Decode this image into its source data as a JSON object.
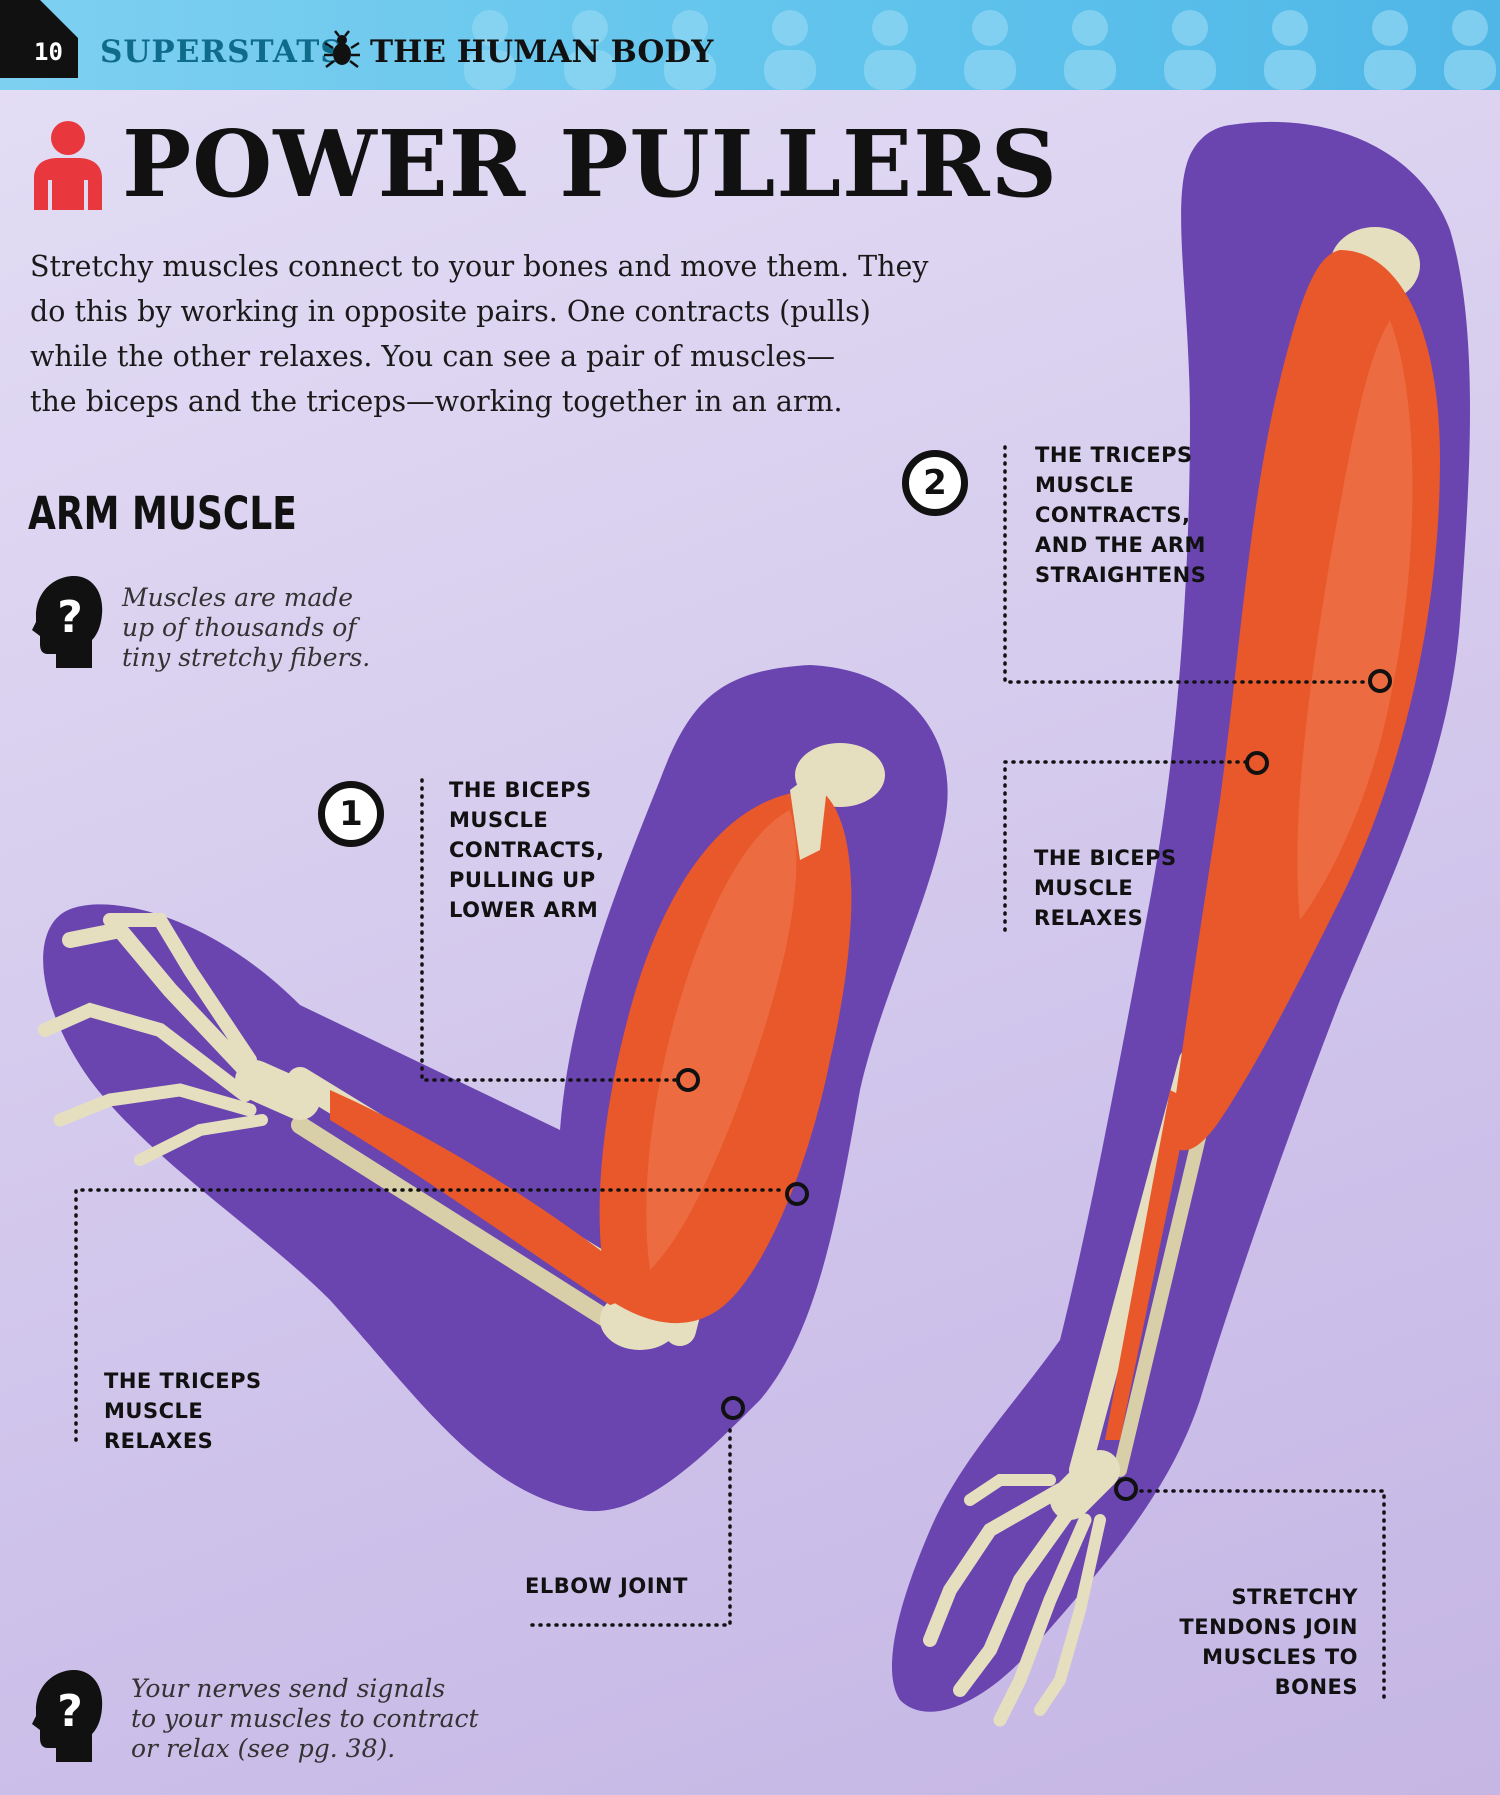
{
  "header": {
    "page_number": "10",
    "series": "SUPERSTATS",
    "section": "THE HUMAN BODY"
  },
  "title": "POWER PULLERS",
  "intro_lines": [
    "Stretchy muscles connect to your bones and move them. They",
    "do this by working in opposite pairs. One contracts (pulls)",
    "while the other relaxes. You can see a pair of muscles—",
    "the biceps and the triceps—working together in an arm."
  ],
  "subheading": "ARM MUSCLE",
  "facts": [
    {
      "lines": [
        "Muscles are made",
        "up of thousands of",
        "tiny stretchy fibers."
      ]
    },
    {
      "lines": [
        "Your nerves send signals",
        "to your muscles to contract",
        "or relax (see pg. 38)."
      ]
    }
  ],
  "steps": [
    {
      "number": "1",
      "label_lines": [
        "THE BICEPS",
        "MUSCLE",
        "CONTRACTS,",
        "PULLING UP",
        "LOWER ARM"
      ]
    },
    {
      "number": "2",
      "label_lines": [
        "THE TRICEPS",
        "MUSCLE",
        "CONTRACTS,",
        "AND THE ARM",
        "STRAIGHTENS"
      ]
    }
  ],
  "labels": {
    "triceps_relaxes": [
      "THE TRICEPS",
      "MUSCLE",
      "RELAXES"
    ],
    "biceps_relaxes": [
      "THE BICEPS",
      "MUSCLE",
      "RELAXES"
    ],
    "elbow_joint": "ELBOW JOINT",
    "tendons": [
      "STRETCHY",
      "TENDONS JOIN",
      "MUSCLES TO BONES"
    ]
  },
  "colors": {
    "header_blue": "#5fc3ec",
    "purple_backdrop": "#6a45b0",
    "muscle": "#e85a2a",
    "bone": "#e8e2c4",
    "icon_red": "#e8383d"
  },
  "icons": [
    "person-icon",
    "bug-icon",
    "question-head-icon"
  ]
}
